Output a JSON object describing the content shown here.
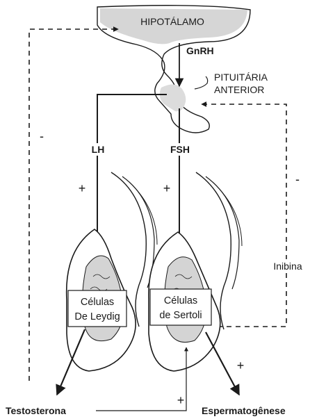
{
  "labels": {
    "hypothalamus": "HIPOTÁLAMO",
    "gnrh": "GnRH",
    "pituitary_line1": "PITUITÁRIA",
    "pituitary_line2": "ANTERIOR",
    "lh": "LH",
    "fsh": "FSH",
    "inhibin": "Inibina",
    "leydig_line1": "Células",
    "leydig_line2": "De Leydig",
    "sertoli_line1": "Células",
    "sertoli_line2": "de Sertoli",
    "testosterone": "Testosterona",
    "spermatogenesis": "Espermatogênese"
  },
  "signs": {
    "left_feedback": "-",
    "right_feedback": "-",
    "lh_effect": "+",
    "fsh_effect": "+",
    "sertoli_output": "+",
    "testosterone_to_sertoli": "+"
  },
  "colors": {
    "ink": "#1a1a1a",
    "hypothalamus_fill": "#d6d6d6",
    "pituitary_fill": "#dcdcdc",
    "tissue_fill": "#d4d4d4"
  }
}
